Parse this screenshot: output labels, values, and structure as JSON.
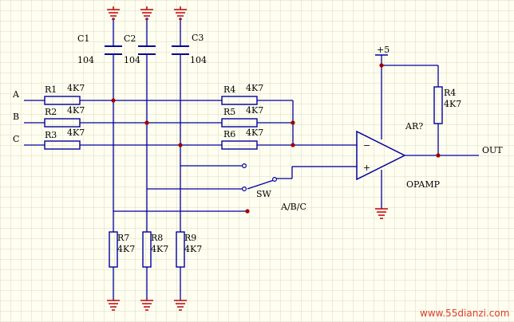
{
  "schematic": {
    "inputs": [
      "A",
      "B",
      "C"
    ],
    "input_resistors": [
      {
        "ref": "R1",
        "value": "4K7"
      },
      {
        "ref": "R2",
        "value": "4K7"
      },
      {
        "ref": "R3",
        "value": "4K7"
      }
    ],
    "capacitors": [
      {
        "ref": "C1",
        "value": "104"
      },
      {
        "ref": "C2",
        "value": "104"
      },
      {
        "ref": "C3",
        "value": "104"
      }
    ],
    "summing_resistors": [
      {
        "ref": "R4",
        "value": "4K7"
      },
      {
        "ref": "R5",
        "value": "4K7"
      },
      {
        "ref": "R6",
        "value": "4K7"
      }
    ],
    "pulldown_resistors": [
      {
        "ref": "R7",
        "value": "4K7"
      },
      {
        "ref": "R8",
        "value": "4K7"
      },
      {
        "ref": "R9",
        "value": "4K7"
      }
    ],
    "feedback_resistor": {
      "ref": "R4",
      "value": "4K7"
    },
    "opamp": {
      "designator": "AR?",
      "name": "OPAMP",
      "minus": "−",
      "plus": "+"
    },
    "supply": "+5",
    "output": "OUT",
    "switch": {
      "ref": "SW",
      "label": "A/B/C"
    }
  },
  "watermark": "www.55dianzi.com",
  "colors": {
    "wire": "#0000a0",
    "component": "#0000a0",
    "ground": "#c00000",
    "junction": "#a00000",
    "grid": "#d9d9c6",
    "background": "#fffef0"
  }
}
